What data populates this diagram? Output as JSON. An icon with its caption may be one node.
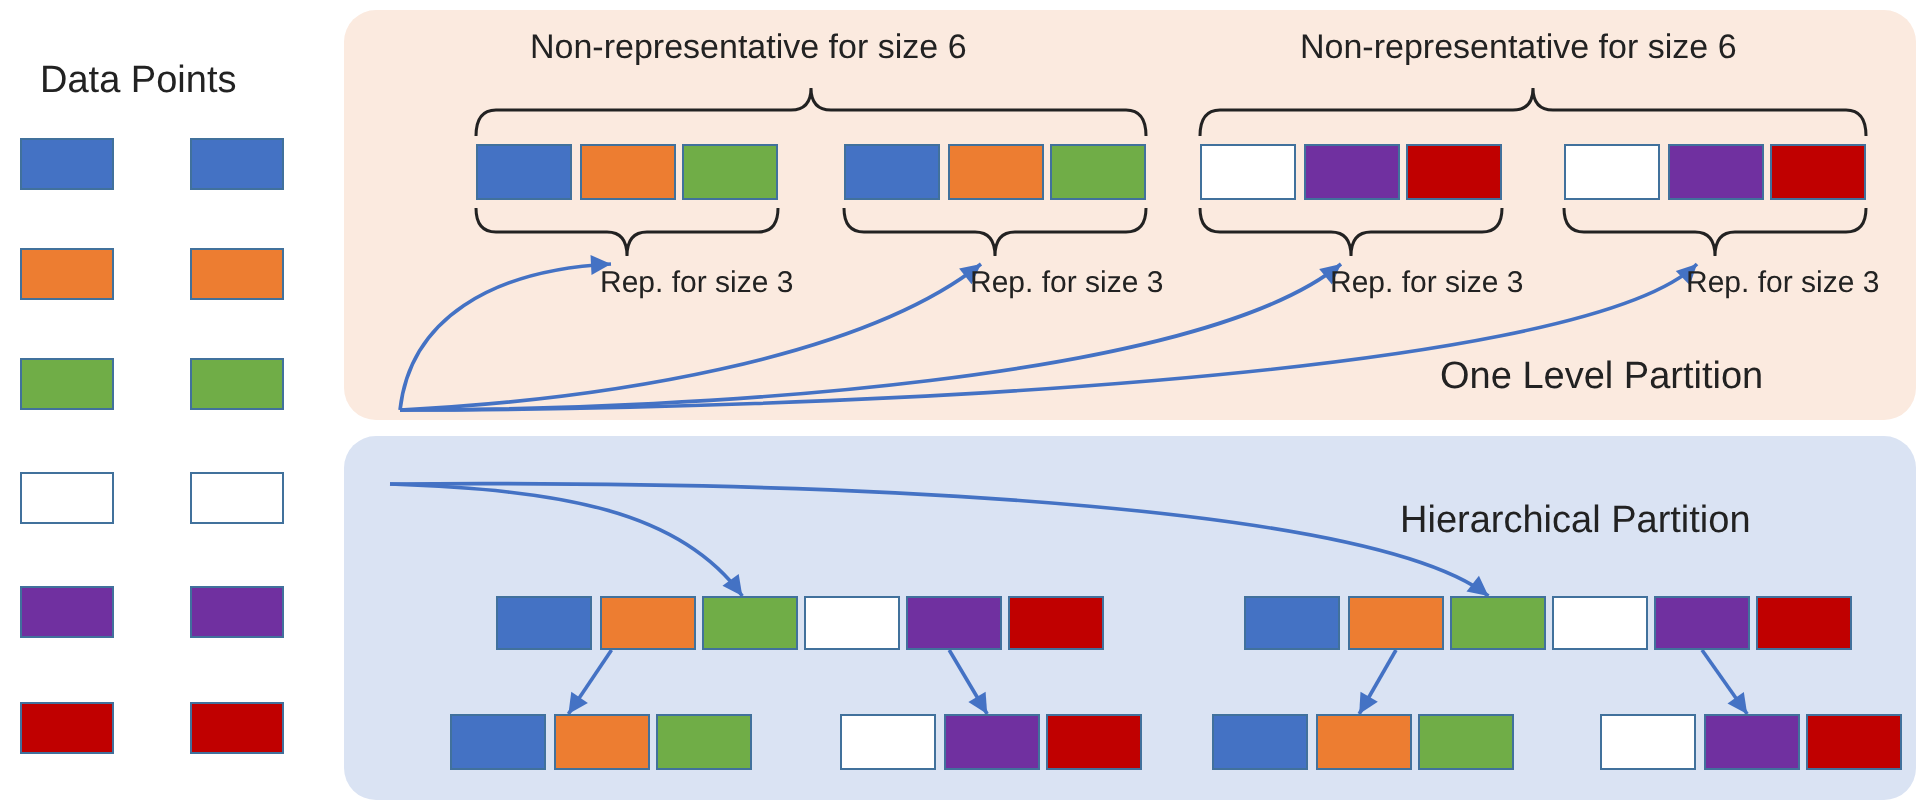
{
  "diagram": {
    "nodes": [
      {
        "text": [],
        "shape": "box"
      },
      {
        "text": [],
        "shape": "box"
      },
      {
        "text": [],
        "shape": "box"
      },
      {
        "text": [],
        "shape": "box"
      },
      {
        "text": [],
        "shape": "box"
      },
      {
        "text": [],
        "shape": "box"
      },
      {
        "text": [],
        "shape": "box"
      },
      {
        "text": [],
        "shape": "box"
      },
      {
        "text": [],
        "shape": "box"
      },
      {
        "text": [],
        "shape": "box"
      },
      {
        "text": [],
        "shape": "box"
      },
      {
        "text": [],
        "shape": "box"
      },
      {
        "text": [
          "One Level Partition"
        ]
      },
      {
        "text": [],
        "shape": "box",
        "in": 12
      },
      {
        "text": [],
        "shape": "box",
        "in": 12
      },
      {
        "text": [],
        "shape": "box",
        "in": 12
      },
      {
        "text": [],
        "shape": "box",
        "in": 12
      },
      {
        "text": [],
        "shape": "box",
        "in": 12
      },
      {
        "text": [],
        "shape": "box",
        "in": 12
      },
      {
        "text": [],
        "shape": "box",
        "in": 12
      },
      {
        "text": [],
        "shape": "box",
        "in": 12
      },
      {
        "text": [],
        "shape": "box",
        "in": 12
      },
      {
        "text": [],
        "shape": "box",
        "in": 12
      },
      {
        "text": [],
        "shape": "box",
        "in": 12
      },
      {
        "text": [],
        "shape": "box",
        "in": 12
      },
      {
        "text": [
          "Rep. for size 3"
        ],
        "in": 12
      },
      {
        "text": [
          "Rep. for size 3"
        ],
        "in": 12
      },
      {
        "text": [
          "Rep. for size 3"
        ],
        "in": 12
      },
      {
        "text": [
          "Rep. for size 3"
        ],
        "in": 12
      },
      {
        "text": [
          "Hierarchical Partition"
        ]
      },
      {
        "text": [],
        "shape": "box",
        "in": 29
      },
      {
        "text": [],
        "shape": "box",
        "in": 29
      },
      {
        "text": [],
        "shape": "box",
        "in": 29
      },
      {
        "text": [],
        "shape": "box",
        "in": 29
      },
      {
        "text": [],
        "shape": "box",
        "in": 29
      },
      {
        "text": [],
        "shape": "box",
        "in": 29
      },
      {
        "text": [],
        "shape": "box",
        "in": 29
      },
      {
        "text": [],
        "shape": "box",
        "in": 29
      },
      {
        "text": [],
        "shape": "box",
        "in": 29
      },
      {
        "text": [],
        "shape": "box",
        "in": 29
      },
      {
        "text": [],
        "shape": "box",
        "in": 29
      },
      {
        "text": [],
        "shape": "box",
        "in": 29
      },
      {
        "text": [],
        "shape": "box",
        "in": 29
      },
      {
        "text": [],
        "shape": "box",
        "in": 29
      },
      {
        "text": [],
        "shape": "box",
        "in": 29
      },
      {
        "text": [],
        "shape": "box",
        "in": 29
      },
      {
        "text": [],
        "shape": "box",
        "in": 29
      },
      {
        "text": [],
        "shape": "box",
        "in": 29
      },
      {
        "text": [],
        "shape": "box",
        "in": 29
      },
      {
        "text": [],
        "shape": "box",
        "in": 29
      },
      {
        "text": [],
        "shape": "box",
        "in": 29
      },
      {
        "text": [],
        "shape": "box",
        "in": 29
      },
      {
        "text": [],
        "shape": "box",
        "in": 29
      },
      {
        "text": [],
        "shape": "box",
        "in": 29
      }
    ],
    "edges": [
      {
        "from": null,
        "to": 25,
        "arrow": "to"
      },
      {
        "from": null,
        "to": 26,
        "arrow": "to"
      },
      {
        "from": null,
        "to": 27,
        "arrow": "to"
      },
      {
        "from": null,
        "to": 28,
        "arrow": "to"
      },
      {
        "from": null,
        "to": 32,
        "arrow": "to"
      },
      {
        "from": null,
        "to": 38,
        "arrow": "to"
      },
      {
        "from": 31,
        "to": 43,
        "arrow": "to"
      },
      {
        "from": 34,
        "to": 46,
        "arrow": "to"
      },
      {
        "from": 37,
        "to": 49,
        "arrow": "to"
      },
      {
        "from": 40,
        "to": 52,
        "arrow": "to"
      }
    ],
    "labels": [
      "Data Points",
      "Non-representative for size 6",
      "Non-representative for size 6"
    ]
  }
}
